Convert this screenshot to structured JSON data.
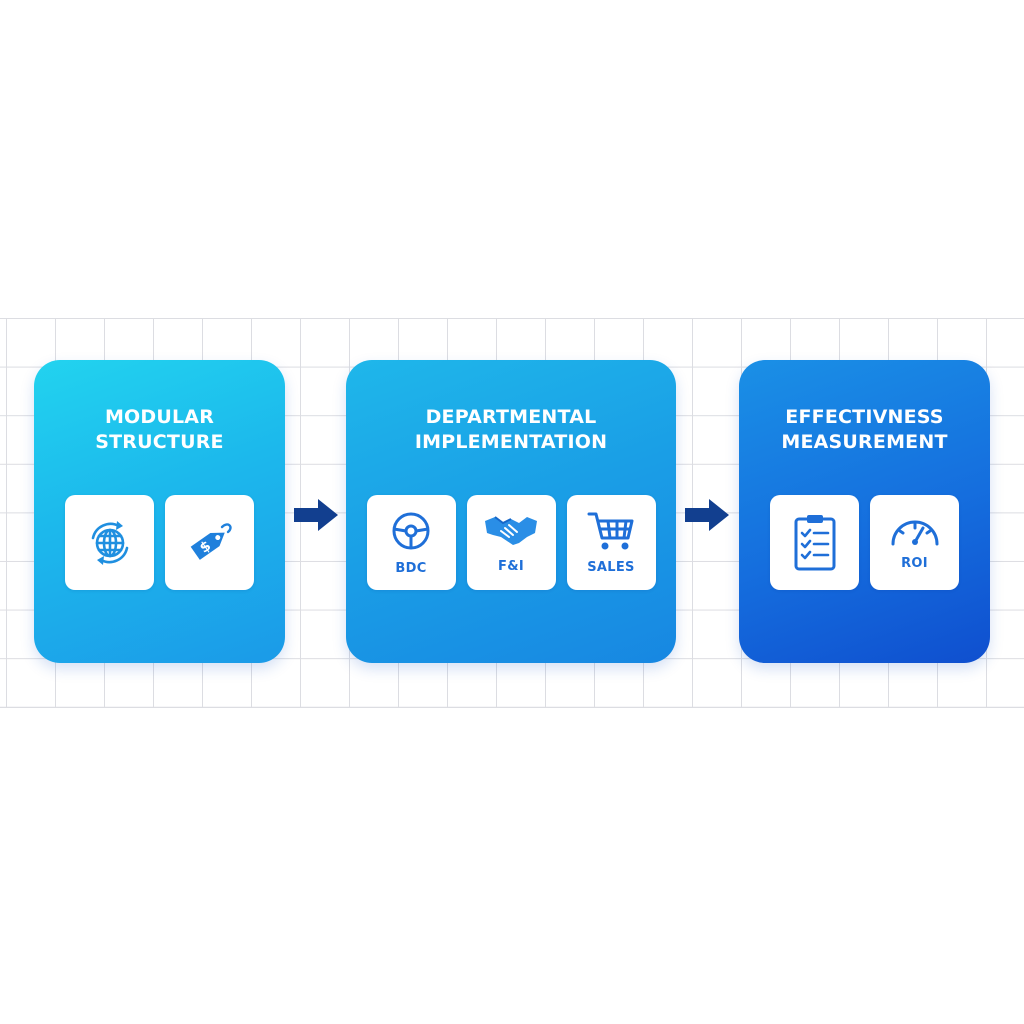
{
  "colors": {
    "grid_line": "#dcdde2",
    "stage_1": "#1cb8ec",
    "stage_2": "#1a9ee6",
    "stage_3": "#156ede",
    "arrow": "#123f8f",
    "icon": "#1f6fd8"
  },
  "stages": [
    {
      "title_line_1": "MODULAR",
      "title_line_2": "STRUCTURE",
      "tiles": [
        {
          "icon": "globe-refresh-icon",
          "label": ""
        },
        {
          "icon": "price-tag-icon",
          "label": ""
        }
      ]
    },
    {
      "title_line_1": "DEPARTMENTAL",
      "title_line_2": "IMPLEMENTATION",
      "tiles": [
        {
          "icon": "steering-wheel-icon",
          "label": "BDC"
        },
        {
          "icon": "handshake-icon",
          "label": "F&I"
        },
        {
          "icon": "shopping-cart-icon",
          "label": "SALES"
        }
      ]
    },
    {
      "title_line_1": "EFFECTIVNESS",
      "title_line_2": "MEASUREMENT",
      "tiles": [
        {
          "icon": "clipboard-checklist-icon",
          "label": ""
        },
        {
          "icon": "speedometer-gauge-icon",
          "label": "ROI"
        }
      ]
    }
  ],
  "connectors": [
    {
      "icon": "arrow-right-icon"
    },
    {
      "icon": "arrow-right-icon"
    }
  ]
}
